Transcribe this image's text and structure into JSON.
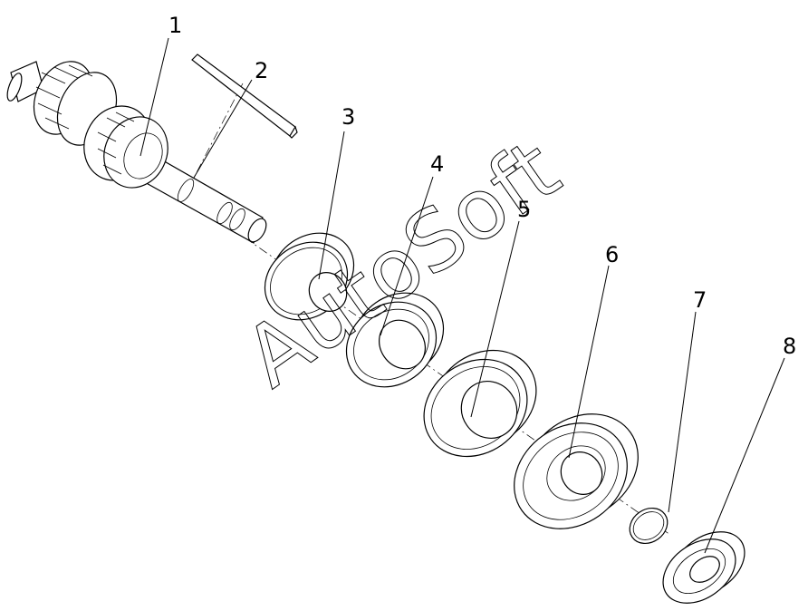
{
  "parts": [
    {
      "id": "1",
      "label": "1"
    },
    {
      "id": "2",
      "label": "2"
    },
    {
      "id": "3",
      "label": "3"
    },
    {
      "id": "4",
      "label": "4"
    },
    {
      "id": "5",
      "label": "5"
    },
    {
      "id": "6",
      "label": "6"
    },
    {
      "id": "7",
      "label": "7"
    },
    {
      "id": "8",
      "label": "8"
    }
  ],
  "watermark": "AutoSoft"
}
